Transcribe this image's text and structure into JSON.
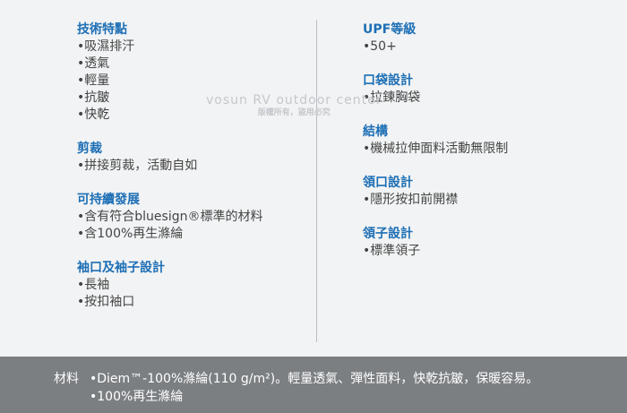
{
  "left_column": [
    {
      "title": "技術特點",
      "items": [
        "•吸濕排汗",
        "•透氣",
        "•輕量",
        "•抗皺",
        "•快乾"
      ]
    },
    {
      "title": "剪裁",
      "items": [
        "•拼接剪裁，活動自如"
      ]
    },
    {
      "title": "可持續發展",
      "items": [
        "•含有符合bluesign®標準的材料",
        "•含100%再生滌綸"
      ]
    },
    {
      "title": "袖口及袖子設計",
      "items": [
        "•長袖",
        "•按扣袖口"
      ]
    }
  ],
  "right_column": [
    {
      "title": "UPF等級",
      "items": [
        "•50+"
      ]
    },
    {
      "title": "口袋設計",
      "items": [
        "•拉鍊胸袋"
      ]
    },
    {
      "title": "結構",
      "items": [
        "•機械拉伸面料活動無限制"
      ]
    },
    {
      "title": "領口設計",
      "items": [
        "•隱形按扣前開襟"
      ]
    },
    {
      "title": "領子設計",
      "items": [
        "•標準領子"
      ]
    }
  ],
  "watermark": {
    "main": "vosun RV outdoor center",
    "sub": "版權所有，盜用必究"
  },
  "footer": {
    "label": "材料",
    "line1": "•Diem™-100%滌綸(110 g/m²)。輕量透氣、彈性面料，快乾抗皺，保暖容易。",
    "line2": "•100%再生滌綸"
  },
  "colors": {
    "accent": "#1d6fb5",
    "text": "#444444",
    "background": "#f2f3f4",
    "footer_bg": "#7c7f82"
  }
}
